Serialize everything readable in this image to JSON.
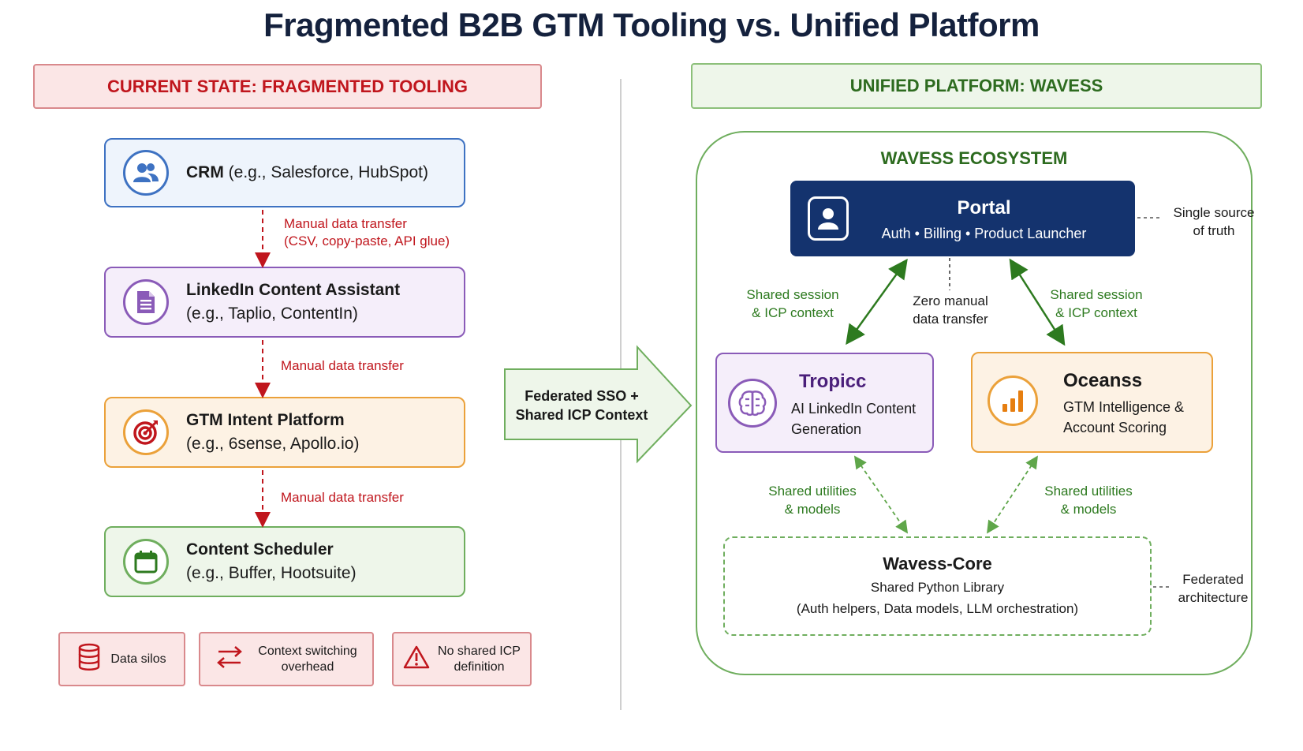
{
  "title": "Fragmented B2B GTM Tooling vs. Unified Platform",
  "left_panel": {
    "banner": "CURRENT STATE: FRAGMENTED TOOLING",
    "tools": [
      {
        "name": "CRM",
        "detail": " (e.g., Salesforce, HubSpot)",
        "icon": "users-icon"
      },
      {
        "name": "LinkedIn Content Assistant",
        "detail": "(e.g., Taplio, ContentIn)",
        "icon": "document-icon"
      },
      {
        "name": "GTM Intent Platform",
        "detail": "(e.g., 6sense, Apollo.io)",
        "icon": "target-icon"
      },
      {
        "name": "Content Scheduler",
        "detail": "(e.g., Buffer, Hootsuite)",
        "icon": "calendar-icon"
      }
    ],
    "transfers": [
      {
        "line1": "Manual data transfer",
        "line2": "(CSV, copy-paste, API glue)"
      },
      {
        "line1": "Manual data transfer"
      },
      {
        "line1": "Manual data transfer"
      }
    ],
    "pain_points": [
      {
        "label": "Data silos",
        "icon": "database-icon"
      },
      {
        "label_line1": "Context switching",
        "label_line2": "overhead",
        "icon": "swap-arrows-icon"
      },
      {
        "label_line1": "No shared ICP",
        "label_line2": "definition",
        "icon": "warning-icon"
      }
    ]
  },
  "transition": {
    "line1": "Federated SSO +",
    "line2": "Shared ICP Context"
  },
  "right_panel": {
    "banner": "UNIFIED PLATFORM: WAVESS",
    "ecosystem_label": "WAVESS ECOSYSTEM",
    "portal": {
      "title": "Portal",
      "subtitle": "Auth • Billing • Product Launcher",
      "icon": "user-profile-icon",
      "note_line1": "Single source",
      "note_line2": "of truth"
    },
    "links": {
      "left_session_line1": "Shared session",
      "left_session_line2": "& ICP context",
      "right_session_line1": "Shared session",
      "right_session_line2": "& ICP context",
      "zero_line1": "Zero manual",
      "zero_line2": "data transfer",
      "left_util_line1": "Shared utilities",
      "left_util_line2": "& models",
      "right_util_line1": "Shared utilities",
      "right_util_line2": "& models"
    },
    "tropicc": {
      "title": "Tropicc",
      "sub_line1": "AI LinkedIn Content",
      "sub_line2": "Generation",
      "icon": "brain-icon"
    },
    "oceanss": {
      "title": "Oceanss",
      "sub_line1": "GTM Intelligence &",
      "sub_line2": "Account Scoring",
      "icon": "bar-chart-icon"
    },
    "core": {
      "title": "Wavess-Core",
      "sub_line1": "Shared Python Library",
      "sub_line2": "(Auth helpers, Data models, LLM orchestration)",
      "note_line1": "Federated",
      "note_line2": "architecture"
    }
  },
  "colors": {
    "red": "#c0161d",
    "green": "#2d7a1f",
    "navy": "#14336e",
    "purple": "#8a5bb8",
    "orange": "#eba13a",
    "blue": "#3e72c2"
  }
}
